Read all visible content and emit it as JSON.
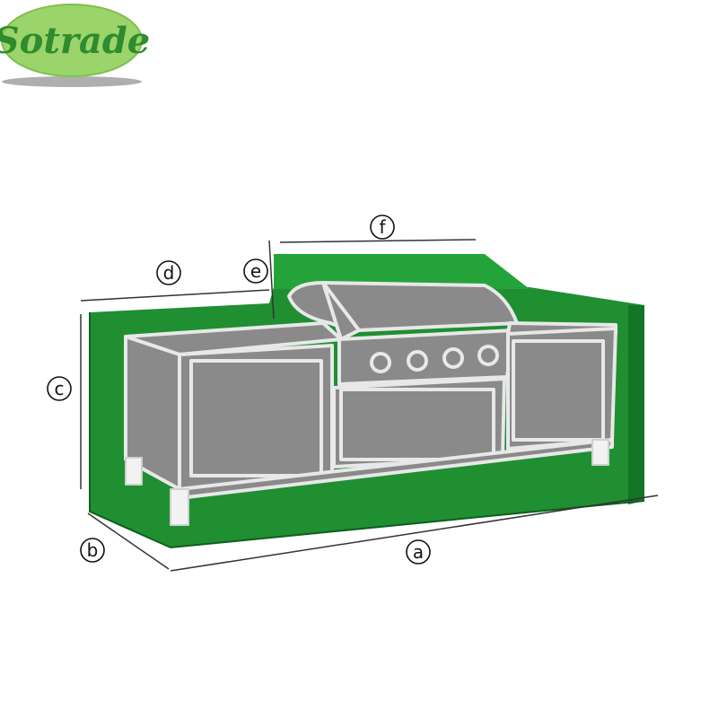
{
  "logo": {
    "text": "Sotrade",
    "badge_color": "#9bd46a",
    "text_color": "#2e8b2e",
    "shadow_color": "#9a9a9a"
  },
  "diagram": {
    "cover_color": "#1f8f32",
    "cover_edge_color": "#0f5e1e",
    "appliance_fill": "#8a8a8a",
    "appliance_outline": "#e8e8e8",
    "dimension_line_color": "#333333",
    "dimensions": {
      "a": "a",
      "b": "b",
      "c": "c",
      "d": "d",
      "e": "e",
      "f": "f"
    }
  }
}
